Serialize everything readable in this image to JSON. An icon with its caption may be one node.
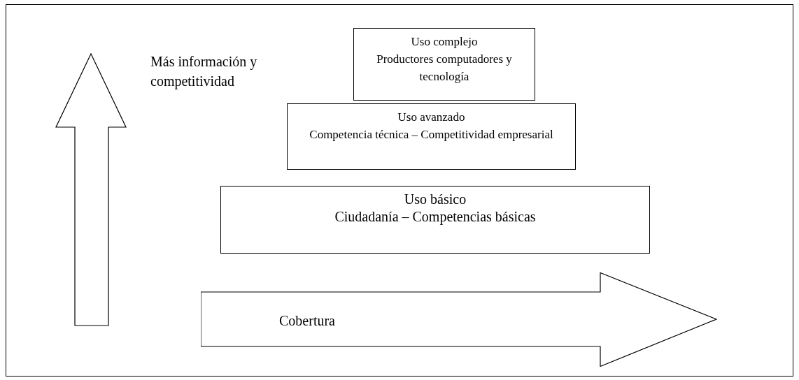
{
  "diagram": {
    "nodes": [
      {
        "text": [
          "Uso complejo",
          "Productores computadores y tecnología"
        ]
      },
      {
        "text": [
          "Uso avanzado",
          "Competencia técnica – Competitividad empresarial"
        ]
      },
      {
        "text": [
          "Uso básico",
          "Ciudadanía – Competencias básicas"
        ]
      },
      {
        "text": [
          "Cobertura"
        ]
      }
    ],
    "labels": [
      "Más información y competitividad"
    ]
  }
}
